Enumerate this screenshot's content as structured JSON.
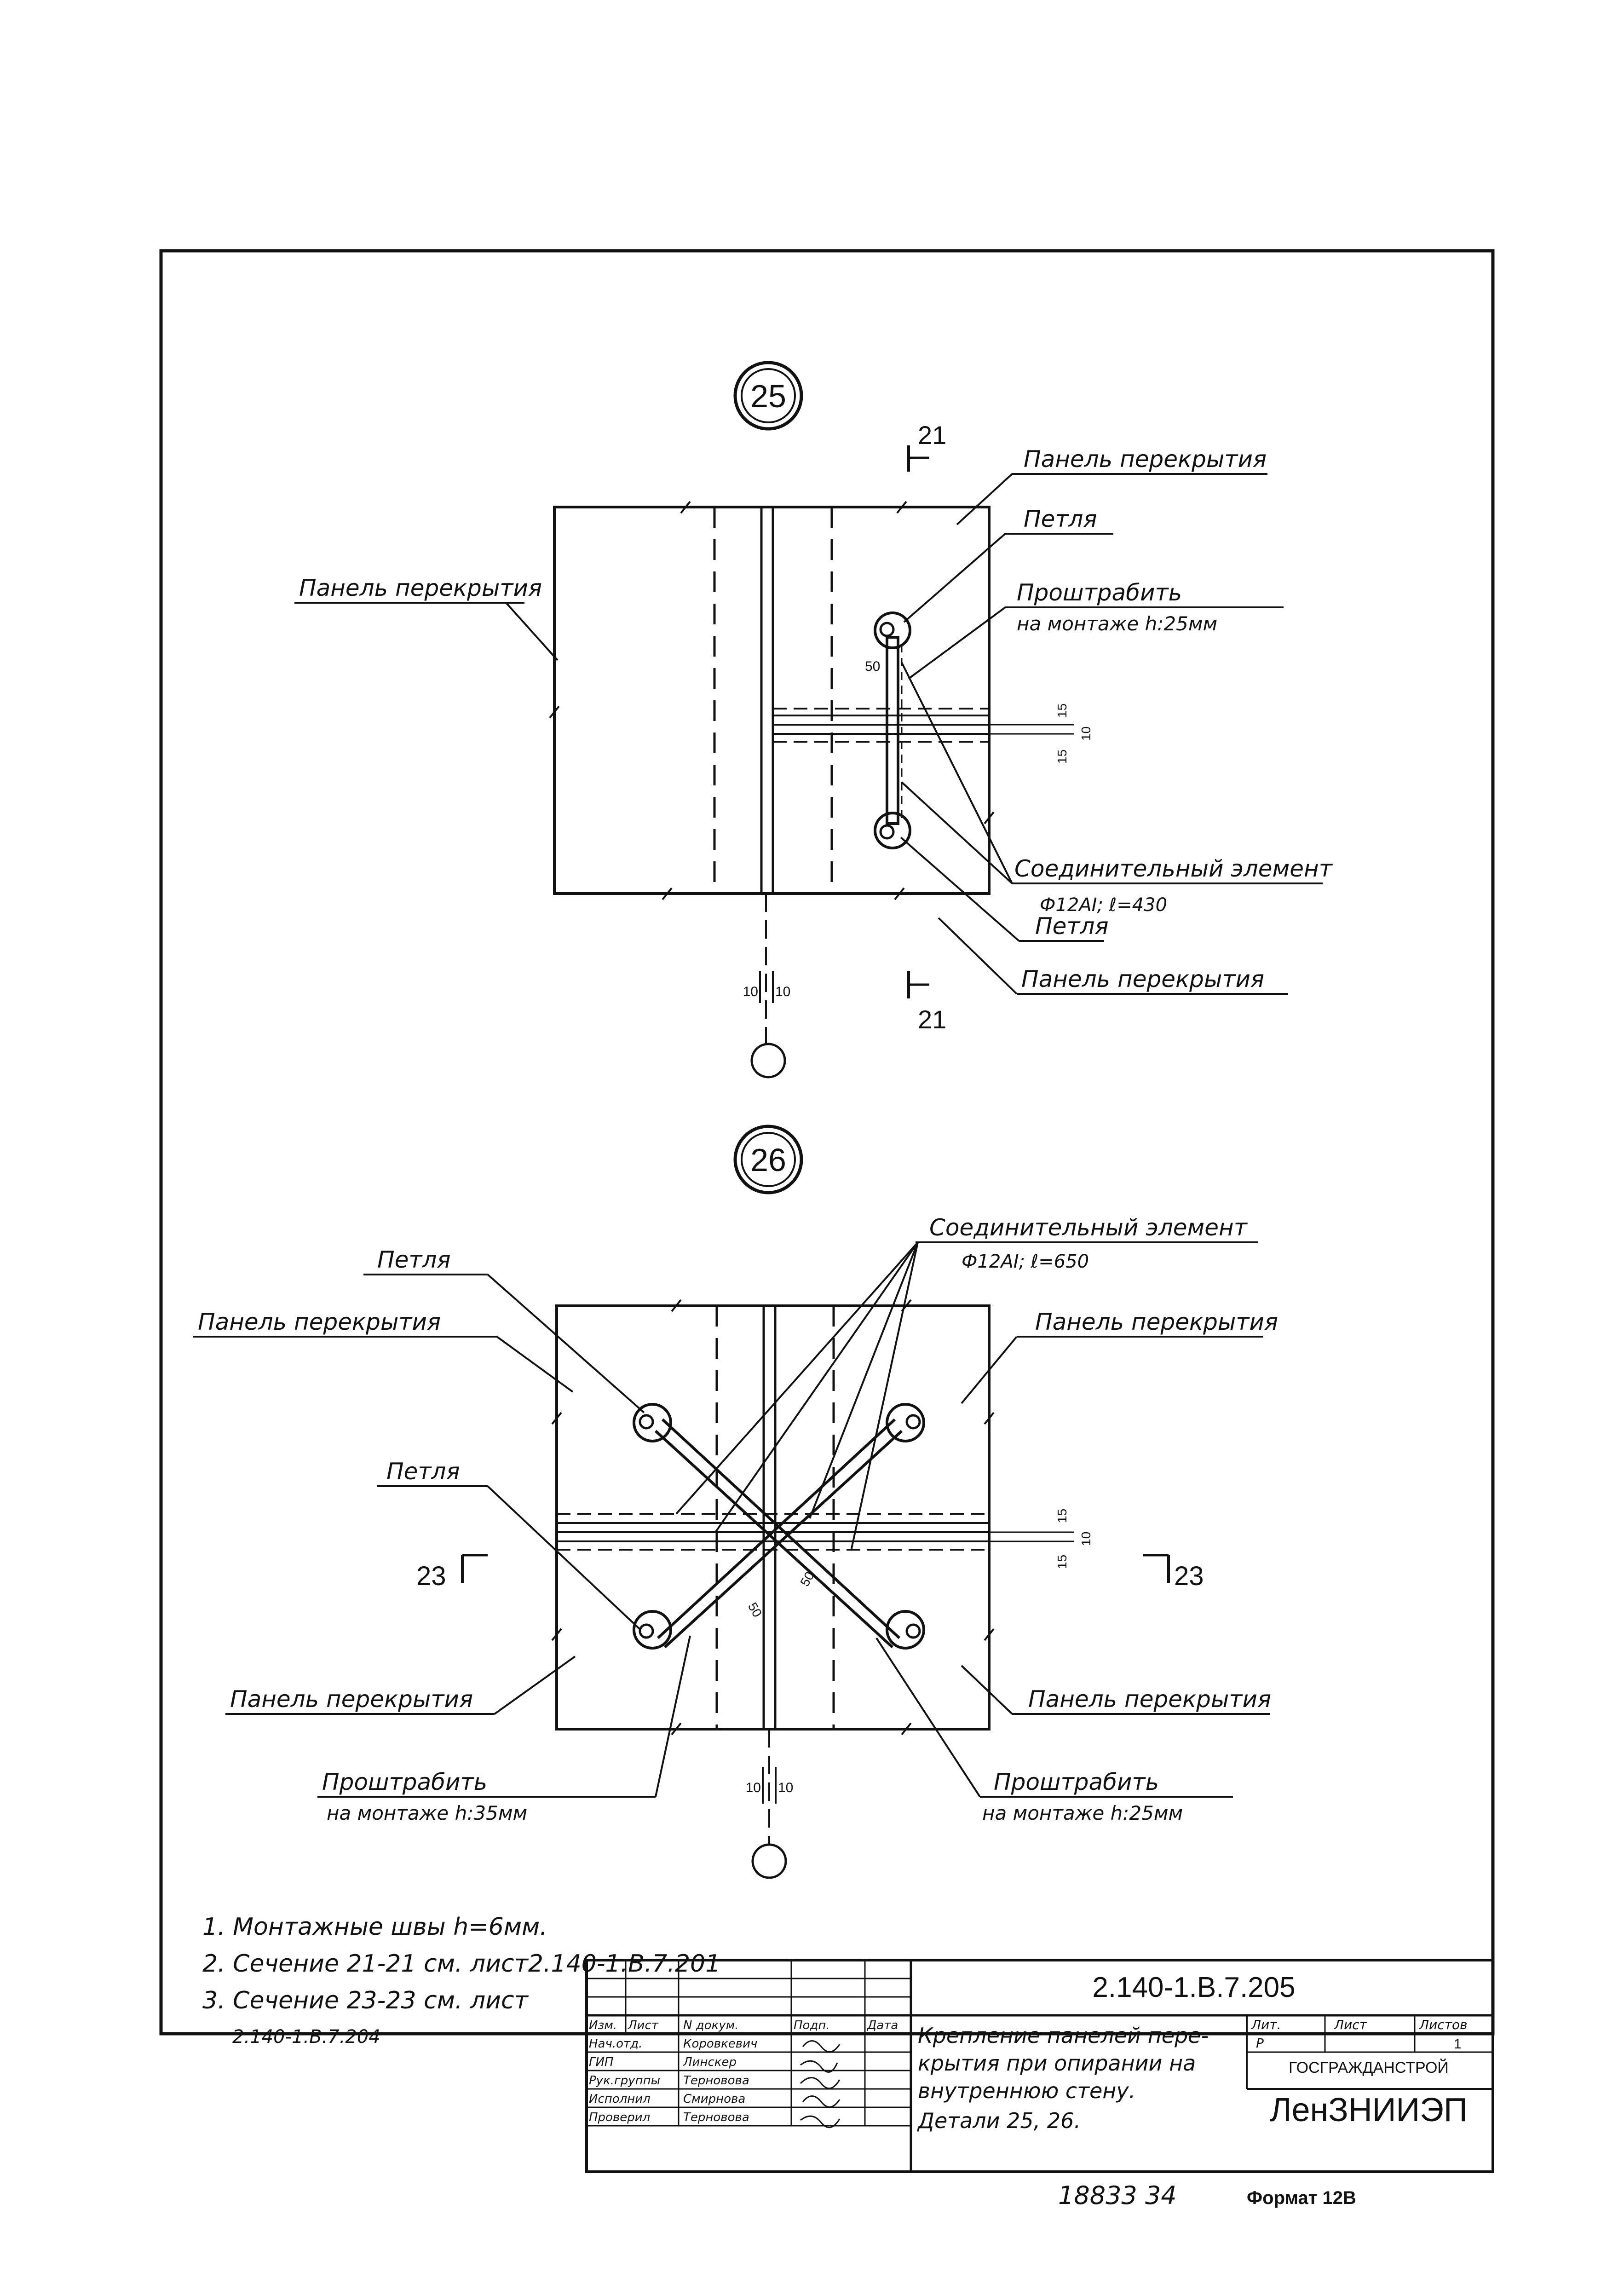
{
  "detail_25": {
    "number": "25",
    "section_top": "21",
    "section_bottom": "21",
    "label_panel_tl": "Панель перекрытия",
    "label_panel_tr": "Панель перекрытия",
    "label_panel_br": "Панель перекрытия",
    "label_loop_top": "Петля",
    "label_loop_bottom": "Петля",
    "label_weld_1": "Проштрабить",
    "label_weld_2": "на монтаже h:25мм",
    "label_connector_1": "Соединительный элемент",
    "label_connector_2": "Ф12АI; ℓ=430",
    "dim_50": "50",
    "dim_15a": "15",
    "dim_15b": "15",
    "dim_10": "10",
    "dim_10l": "10",
    "dim_10r": "10"
  },
  "detail_26": {
    "number": "26",
    "section_left": "23",
    "section_right": "23",
    "label_connector_1": "Соединительный элемент",
    "label_connector_2": "Ф12АI; ℓ=650",
    "label_loop_top": "Петля",
    "label_loop_mid": "Петля",
    "label_panel_tl": "Панель перекрытия",
    "label_panel_tr": "Панель перекрытия",
    "label_panel_bl": "Панель перекрытия",
    "label_panel_br": "Панель перекрытия",
    "label_weld_l1": "Проштрабить",
    "label_weld_l2": "на монтаже h:35мм",
    "label_weld_r1": "Проштрабить",
    "label_weld_r2": "на монтаже h:25мм",
    "dim_50a": "50",
    "dim_50b": "50",
    "dim_15a": "15",
    "dim_15b": "15",
    "dim_10": "10",
    "dim_10l": "10",
    "dim_10r": "10"
  },
  "notes": [
    "1. Монтажные швы h=6мм.",
    "2. Сечение 21-21 см. лист2.140-1.В.7.201",
    "3. Сечение 23-23 см. лист",
    "2.140-1.В.7.204"
  ],
  "title_block": {
    "doc_code": "2.140-1.В.7.205",
    "title_lines": [
      "Крепление панелей пере-",
      "крытия при опирании на",
      "внутреннюю стену.",
      "Детали 25, 26."
    ],
    "header_cols": [
      "Изм.",
      "Лист",
      "N докум.",
      "Подп.",
      "Дата"
    ],
    "rows": [
      {
        "role": "Нач.отд.",
        "name": "Коровкевич"
      },
      {
        "role": "ГИП",
        "name": "Линскер"
      },
      {
        "role": "Рук.группы",
        "name": "Терновова"
      },
      {
        "role": "Исполнил",
        "name": "Смирнова"
      },
      {
        "role": "Проверил",
        "name": "Терновова"
      }
    ],
    "stage_header": "Лит.",
    "sheet_header": "Лист",
    "sheets_header": "Листов",
    "stage_value": "Р",
    "sheets_value": "1",
    "org_1": "ГОСГРАЖДАНСТРОЙ",
    "org_2": "ЛенЗНИИЭП"
  },
  "footer": {
    "inv_number": "18833 34",
    "format": "Формат 12В"
  }
}
